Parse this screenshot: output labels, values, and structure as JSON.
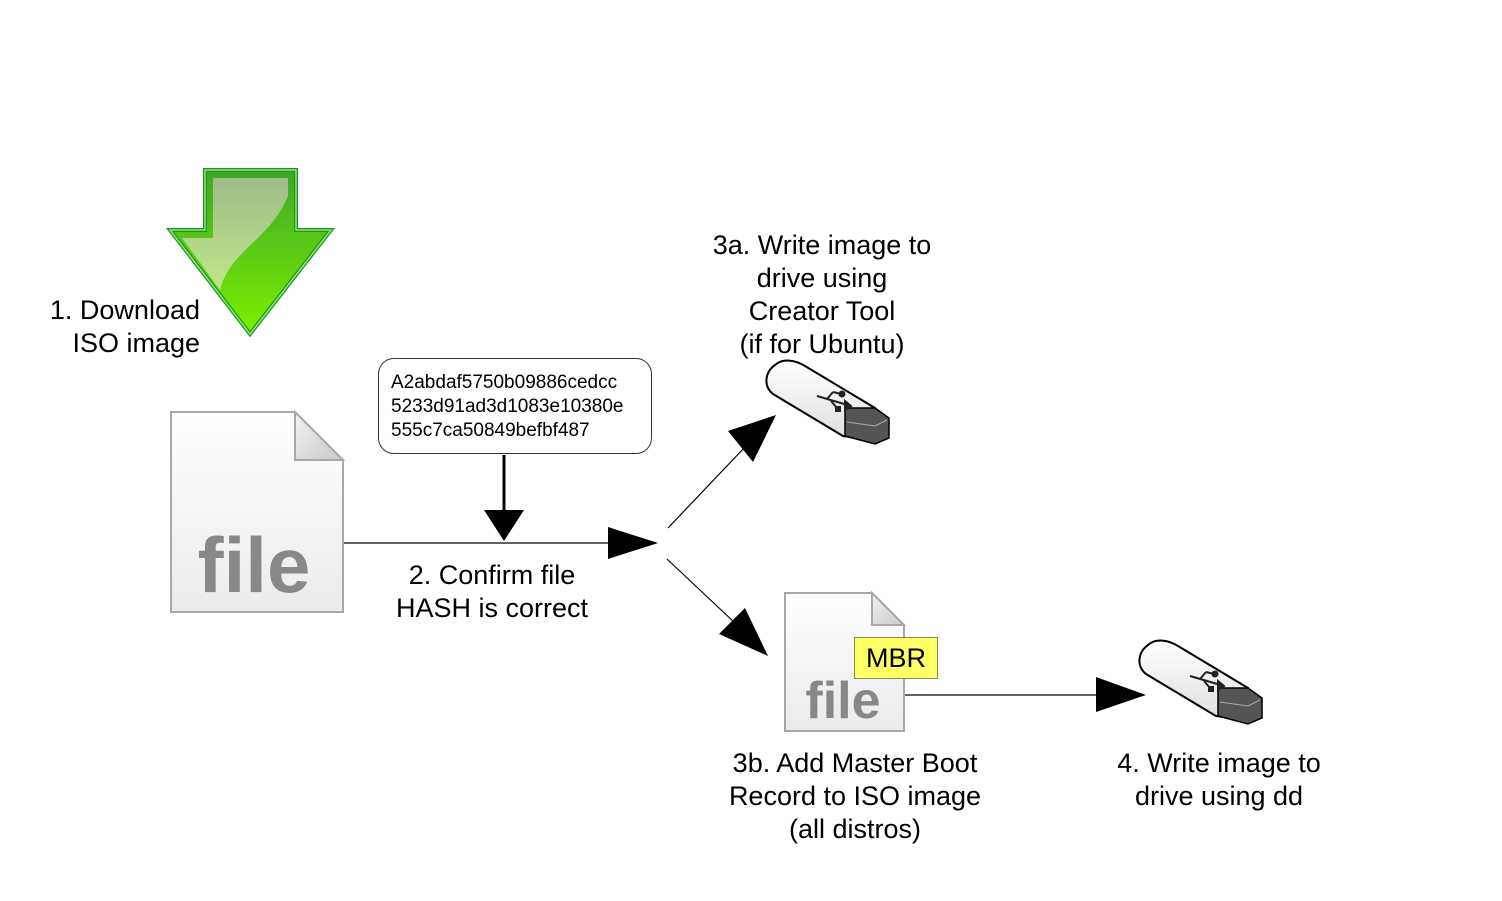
{
  "diagram": {
    "title": "Creating a bootable USB drive from an ISO image",
    "steps": {
      "download": {
        "label": "1. Download\nISO image",
        "icon": "download-arrow-icon"
      },
      "confirm_hash": {
        "label": "2. Confirm file\nHASH is correct",
        "icon": "file-icon",
        "file_text": "file"
      },
      "hash_value": {
        "text": "A2abdaf5750b09886cedcc\n5233d91ad3d1083e10380e\n555c7ca50849befbf487"
      },
      "write_creator": {
        "label": "3a. Write image to\ndrive using\nCreator Tool\n(if for Ubuntu)",
        "icon": "usb-drive-icon"
      },
      "add_mbr": {
        "label": "3b. Add Master Boot\nRecord to ISO image\n(all distros)",
        "icon": "file-icon",
        "file_text": "file",
        "badge": "MBR"
      },
      "write_dd": {
        "label": "4. Write image to\ndrive using dd",
        "icon": "usb-drive-icon"
      }
    },
    "colors": {
      "arrow_green_dark": "#1e9a12",
      "arrow_green_light": "#7be000",
      "file_gray": "#8a8a8a",
      "mbr_badge": "#ffff66"
    }
  }
}
